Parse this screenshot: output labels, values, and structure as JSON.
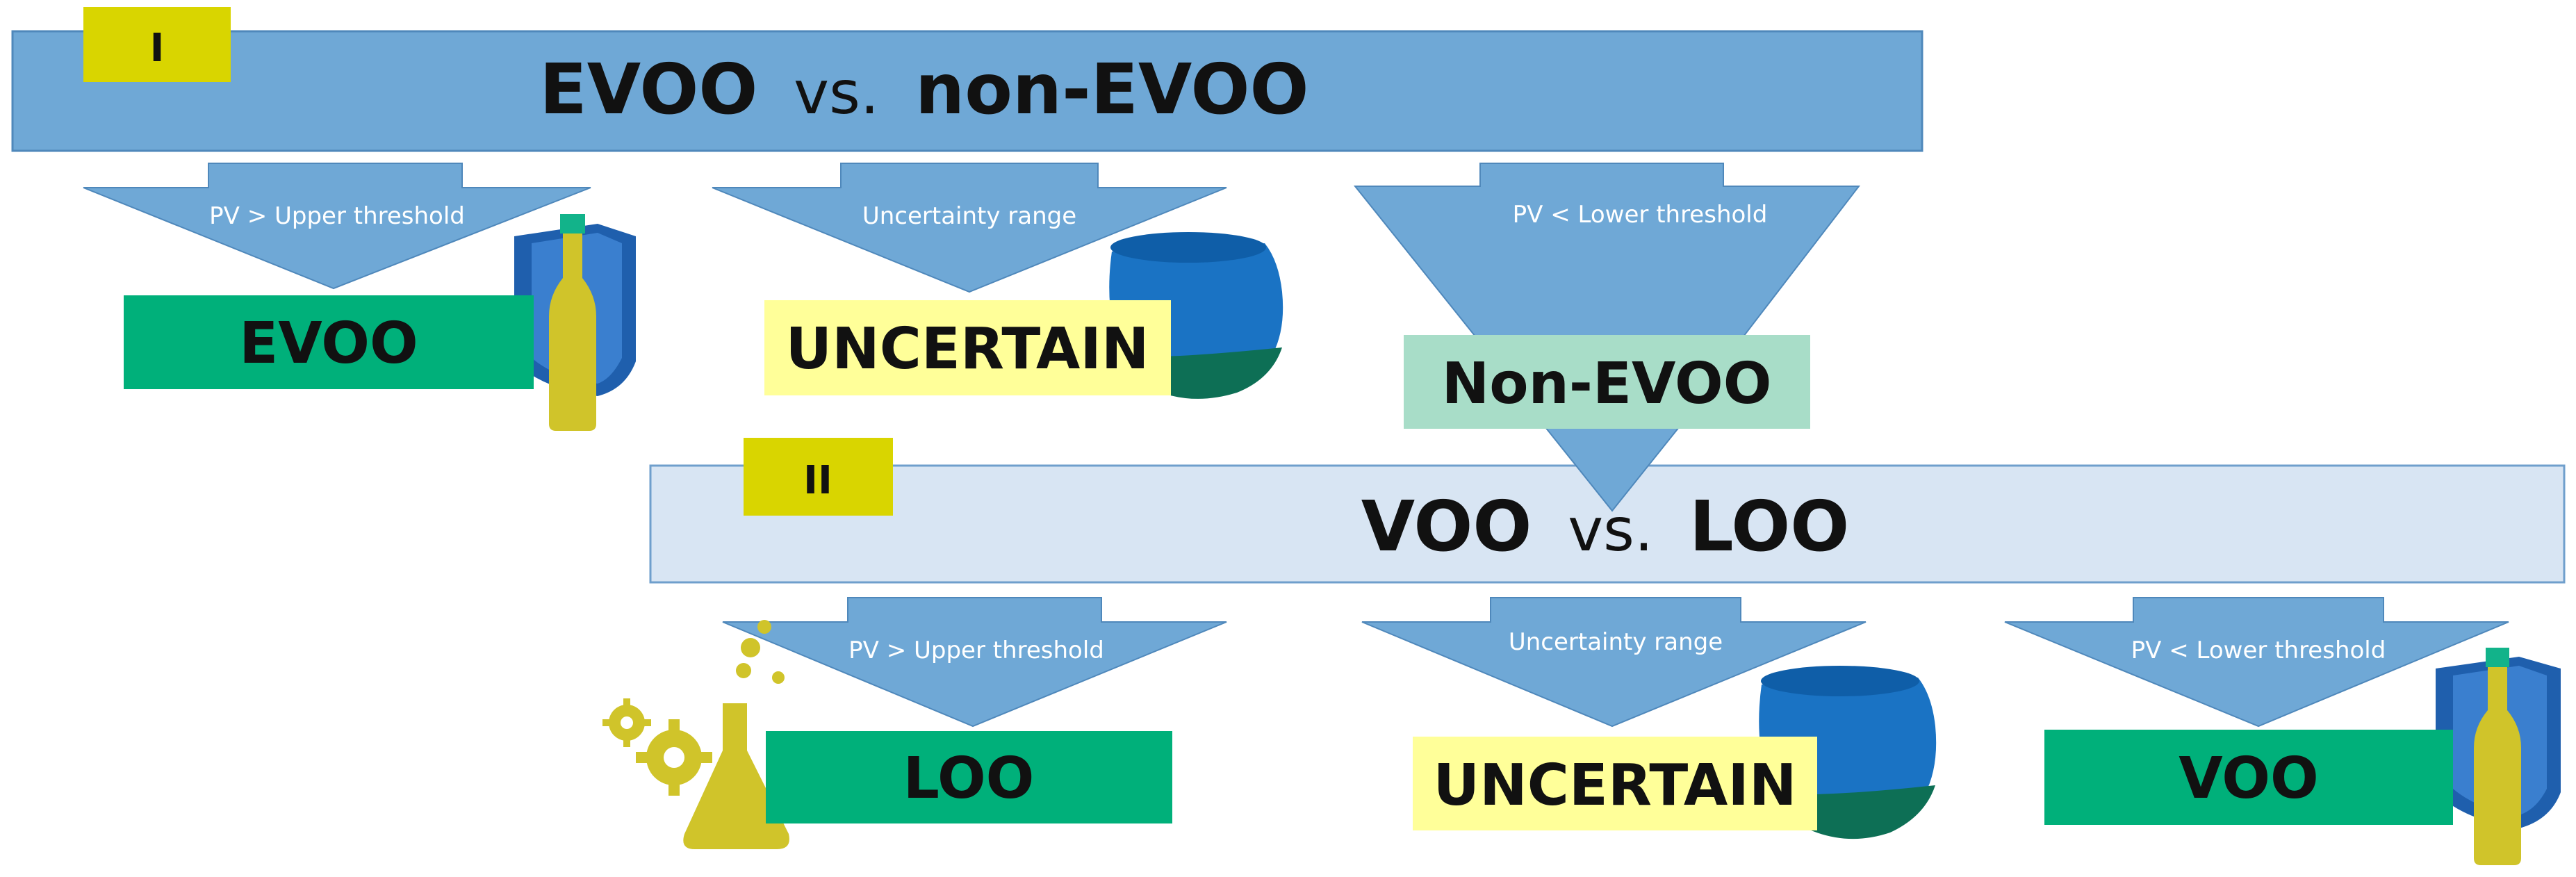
{
  "colors": {
    "stage1_bar": "#6fa8d6",
    "stage2_bar": "#d8e5f3",
    "arrow": "#6fa8d6",
    "step_badge": "#d9d500",
    "result_green": "#00b07a",
    "result_yellow": "#ffff99",
    "result_mint": "#a8ddc8",
    "bottle": "#d0c42a",
    "shield": "#1f5fad",
    "glass": "#1a73c4"
  },
  "stage1": {
    "badge": "I",
    "title_left": "EVOO",
    "title_vs": "vs.",
    "title_right": "non-EVOO",
    "arrows": [
      {
        "label": "PV > Upper threshold",
        "result": "EVOO",
        "icon": "olive-oil-bottle-icon"
      },
      {
        "label": "Uncertainty range",
        "result": "UNCERTAIN",
        "icon": "glass-icon"
      },
      {
        "label": "PV < Lower threshold",
        "result": "Non-EVOO",
        "icon": ""
      }
    ]
  },
  "stage2": {
    "badge": "II",
    "title_left": "VOO",
    "title_vs": "vs.",
    "title_right": "LOO",
    "arrows": [
      {
        "label": "PV > Upper threshold",
        "result": "LOO",
        "icon": "lab-flask-gears-icon"
      },
      {
        "label": "Uncertainty range",
        "result": "UNCERTAIN",
        "icon": "glass-icon"
      },
      {
        "label": "PV < Lower threshold",
        "result": "VOO",
        "icon": "olive-oil-bottle-icon"
      }
    ]
  }
}
